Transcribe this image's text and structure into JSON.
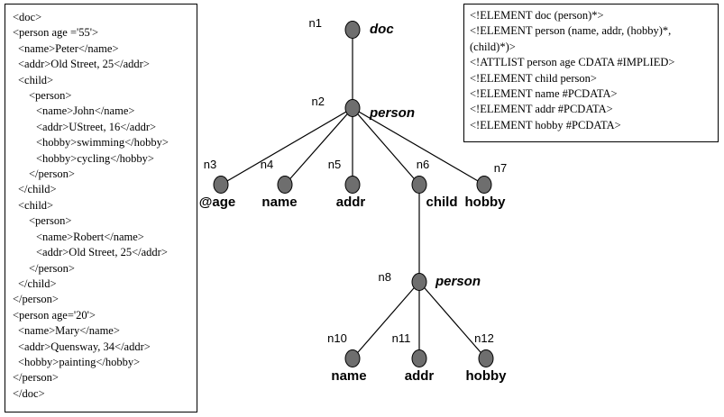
{
  "xml_document": {
    "lines": [
      {
        "text": "<doc>",
        "indent": 0
      },
      {
        "text": "<person age ='55'>",
        "indent": 0
      },
      {
        "text": "<name>Peter</name>",
        "indent": 1
      },
      {
        "text": "<addr>Old Street, 25</addr>",
        "indent": 1
      },
      {
        "text": "<child>",
        "indent": 1
      },
      {
        "text": "<person>",
        "indent": 2
      },
      {
        "text": "<name>John</name>",
        "indent": 3
      },
      {
        "text": "<addr>UStreet, 16</addr>",
        "indent": 3
      },
      {
        "text": "<hobby>swimming</hobby>",
        "indent": 3
      },
      {
        "text": "<hobby>cycling</hobby>",
        "indent": 3
      },
      {
        "text": "</person>",
        "indent": 2
      },
      {
        "text": "</child>",
        "indent": 1
      },
      {
        "text": "<child>",
        "indent": 1
      },
      {
        "text": "<person>",
        "indent": 2
      },
      {
        "text": "<name>Robert</name>",
        "indent": 3
      },
      {
        "text": "<addr>Old Street, 25</addr>",
        "indent": 3
      },
      {
        "text": "</person>",
        "indent": 2
      },
      {
        "text": "</child>",
        "indent": 1
      },
      {
        "text": "</person>",
        "indent": 0
      },
      {
        "text": "<person age='20'>",
        "indent": 0
      },
      {
        "text": "<name>Mary</name>",
        "indent": 1
      },
      {
        "text": "<addr>Quensway, 34</addr>",
        "indent": 1
      },
      {
        "text": "<hobby>painting</hobby>",
        "indent": 1
      },
      {
        "text": "</person>",
        "indent": 0
      },
      {
        "text": "</doc>",
        "indent": 0
      }
    ]
  },
  "dtd": {
    "lines": [
      "<!ELEMENT doc (person)*>",
      "<!ELEMENT person (name, addr, (hobby)*,",
      "(child)*)>",
      "<!ATTLIST person age CDATA #IMPLIED>",
      "<!ELEMENT child person>",
      "<!ELEMENT name #PCDATA>",
      "<!ELEMENT addr #PCDATA>",
      "<!ELEMENT hobby #PCDATA>"
    ]
  },
  "tree": {
    "nodes": [
      {
        "id": "n1",
        "label": "doc",
        "italic": true
      },
      {
        "id": "n2",
        "label": "person",
        "italic": true
      },
      {
        "id": "n3",
        "label": "@age",
        "italic": false
      },
      {
        "id": "n4",
        "label": "name",
        "italic": false
      },
      {
        "id": "n5",
        "label": "addr",
        "italic": false
      },
      {
        "id": "n6",
        "label": "child",
        "italic": false
      },
      {
        "id": "n7",
        "label": "hobby",
        "italic": false
      },
      {
        "id": "n8",
        "label": "person",
        "italic": true
      },
      {
        "id": "n10",
        "label": "name",
        "italic": false
      },
      {
        "id": "n11",
        "label": "addr",
        "italic": false
      },
      {
        "id": "n12",
        "label": "hobby",
        "italic": false
      }
    ],
    "edges": [
      [
        "n1",
        "n2"
      ],
      [
        "n2",
        "n3"
      ],
      [
        "n2",
        "n4"
      ],
      [
        "n2",
        "n5"
      ],
      [
        "n2",
        "n6"
      ],
      [
        "n2",
        "n7"
      ],
      [
        "n6",
        "n8"
      ],
      [
        "n8",
        "n10"
      ],
      [
        "n8",
        "n11"
      ],
      [
        "n8",
        "n12"
      ]
    ]
  }
}
